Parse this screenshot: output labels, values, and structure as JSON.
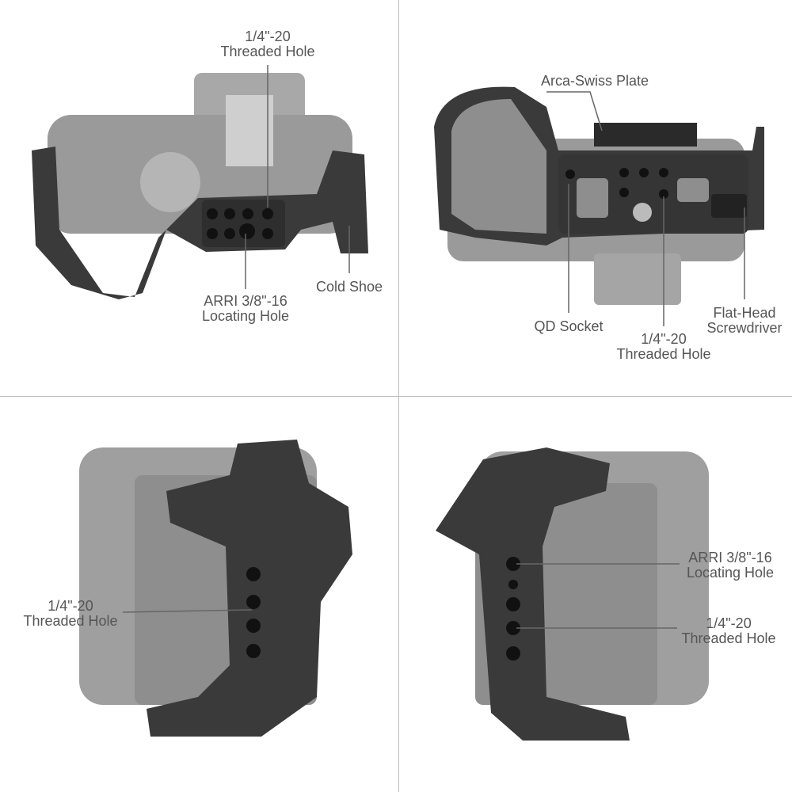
{
  "panels": [
    {
      "view": "top",
      "callouts": [
        {
          "lines": [
            "1/4\"-20",
            "Threaded Hole"
          ]
        },
        {
          "lines": [
            "ARRI 3/8\"-16",
            "Locating Hole"
          ]
        },
        {
          "lines": [
            "Cold Shoe"
          ]
        }
      ]
    },
    {
      "view": "bottom",
      "callouts": [
        {
          "lines": [
            "Arca-Swiss Plate"
          ]
        },
        {
          "lines": [
            "QD Socket"
          ]
        },
        {
          "lines": [
            "1/4\"-20",
            "Threaded Hole"
          ]
        },
        {
          "lines": [
            "Flat-Head",
            "Screwdriver"
          ]
        }
      ]
    },
    {
      "view": "right-side",
      "callouts": [
        {
          "lines": [
            "1/4\"-20",
            "Threaded Hole"
          ]
        }
      ]
    },
    {
      "view": "left-side",
      "callouts": [
        {
          "lines": [
            "ARRI 3/8\"-16",
            "Locating Hole"
          ]
        },
        {
          "lines": [
            "1/4\"-20",
            "Threaded Hole"
          ]
        }
      ]
    }
  ],
  "colors": {
    "camera": "#9a9a9a",
    "cage": "#3a3a3a",
    "text": "#555555",
    "divider": "#bdbdbd"
  }
}
